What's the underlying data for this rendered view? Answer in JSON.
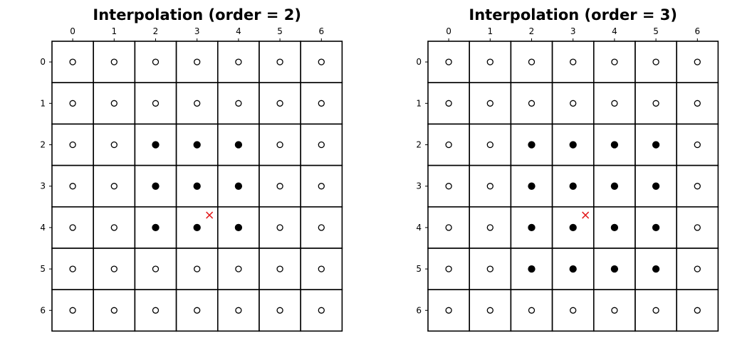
{
  "panels": [
    {
      "title": "Interpolation (order = 2)",
      "x_ticks": [
        "0",
        "1",
        "2",
        "3",
        "4",
        "5",
        "6"
      ],
      "y_ticks": [
        "0",
        "1",
        "2",
        "3",
        "4",
        "5",
        "6"
      ],
      "grid": {
        "rows": 7,
        "cols": 7
      },
      "filled_points": [
        [
          2,
          2
        ],
        [
          3,
          2
        ],
        [
          4,
          2
        ],
        [
          2,
          3
        ],
        [
          3,
          3
        ],
        [
          4,
          3
        ],
        [
          2,
          4
        ],
        [
          3,
          4
        ],
        [
          4,
          4
        ]
      ],
      "target": {
        "x": 3.3,
        "y": 3.7,
        "marker": "x",
        "color": "#e31a1c"
      }
    },
    {
      "title": "Interpolation (order = 3)",
      "x_ticks": [
        "0",
        "1",
        "2",
        "3",
        "4",
        "5",
        "6"
      ],
      "y_ticks": [
        "0",
        "1",
        "2",
        "3",
        "4",
        "5",
        "6"
      ],
      "grid": {
        "rows": 7,
        "cols": 7
      },
      "filled_points": [
        [
          2,
          2
        ],
        [
          3,
          2
        ],
        [
          4,
          2
        ],
        [
          5,
          2
        ],
        [
          2,
          3
        ],
        [
          3,
          3
        ],
        [
          4,
          3
        ],
        [
          5,
          3
        ],
        [
          2,
          4
        ],
        [
          3,
          4
        ],
        [
          4,
          4
        ],
        [
          5,
          4
        ],
        [
          2,
          5
        ],
        [
          3,
          5
        ],
        [
          4,
          5
        ],
        [
          5,
          5
        ]
      ],
      "target": {
        "x": 3.3,
        "y": 3.7,
        "marker": "x",
        "color": "#e31a1c"
      }
    }
  ]
}
